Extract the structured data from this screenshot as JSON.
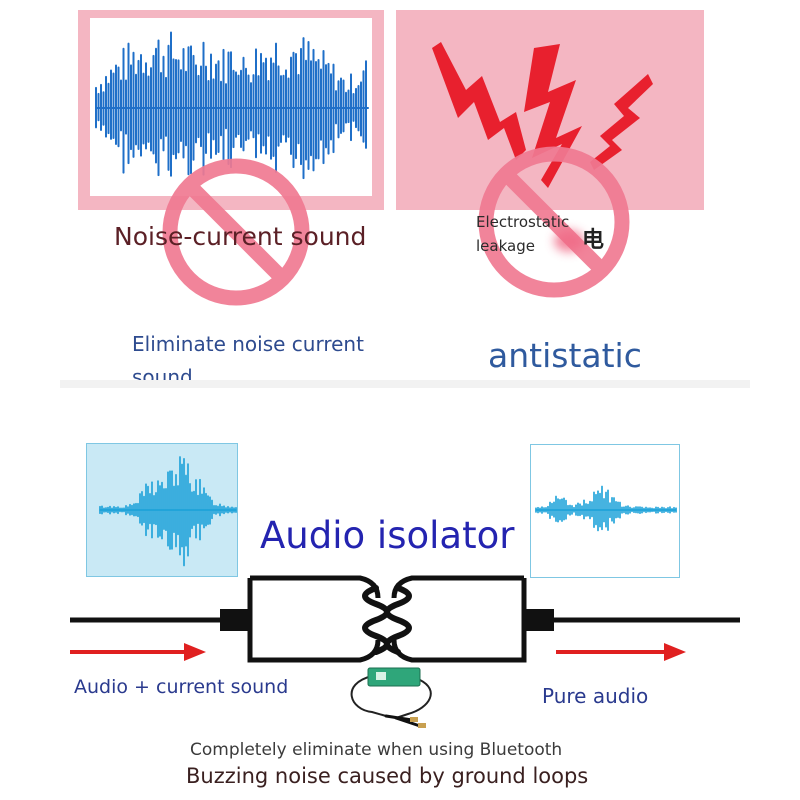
{
  "colors": {
    "pink_panel": "#f4b6c2",
    "pink_border": "#f4a7b7",
    "prohibit": "#f07a92",
    "wave_blue": "#1f6fc8",
    "bolt_red": "#e8202e",
    "isolator_navy": "#2424b0",
    "arrow_red": "#e02020",
    "cyan_wave": "#18a0d8",
    "device_green": "#2fa67a"
  },
  "icons": {
    "top_left": "prohibited-sign-icon",
    "top_right": "prohibited-sign-icon",
    "bolts": "lightning-bolt-icon",
    "isolator": "transformer-coil-icon",
    "module": "isolator-module-icon"
  },
  "top_left": {
    "label": "Noise-current sound",
    "caption_line1": "Eliminate noise current",
    "caption_line2": "sound"
  },
  "top_right": {
    "label_line1": "Electrostatic",
    "label_line2": "leakage",
    "label_glyph": "电",
    "caption": "antistatic"
  },
  "bottom": {
    "title": "Audio isolator",
    "input_label": "Audio + current sound",
    "output_label": "Pure audio",
    "caption_line1": "Completely eliminate when using Bluetooth",
    "caption_line2": "Buzzing noise caused by ground loops"
  }
}
